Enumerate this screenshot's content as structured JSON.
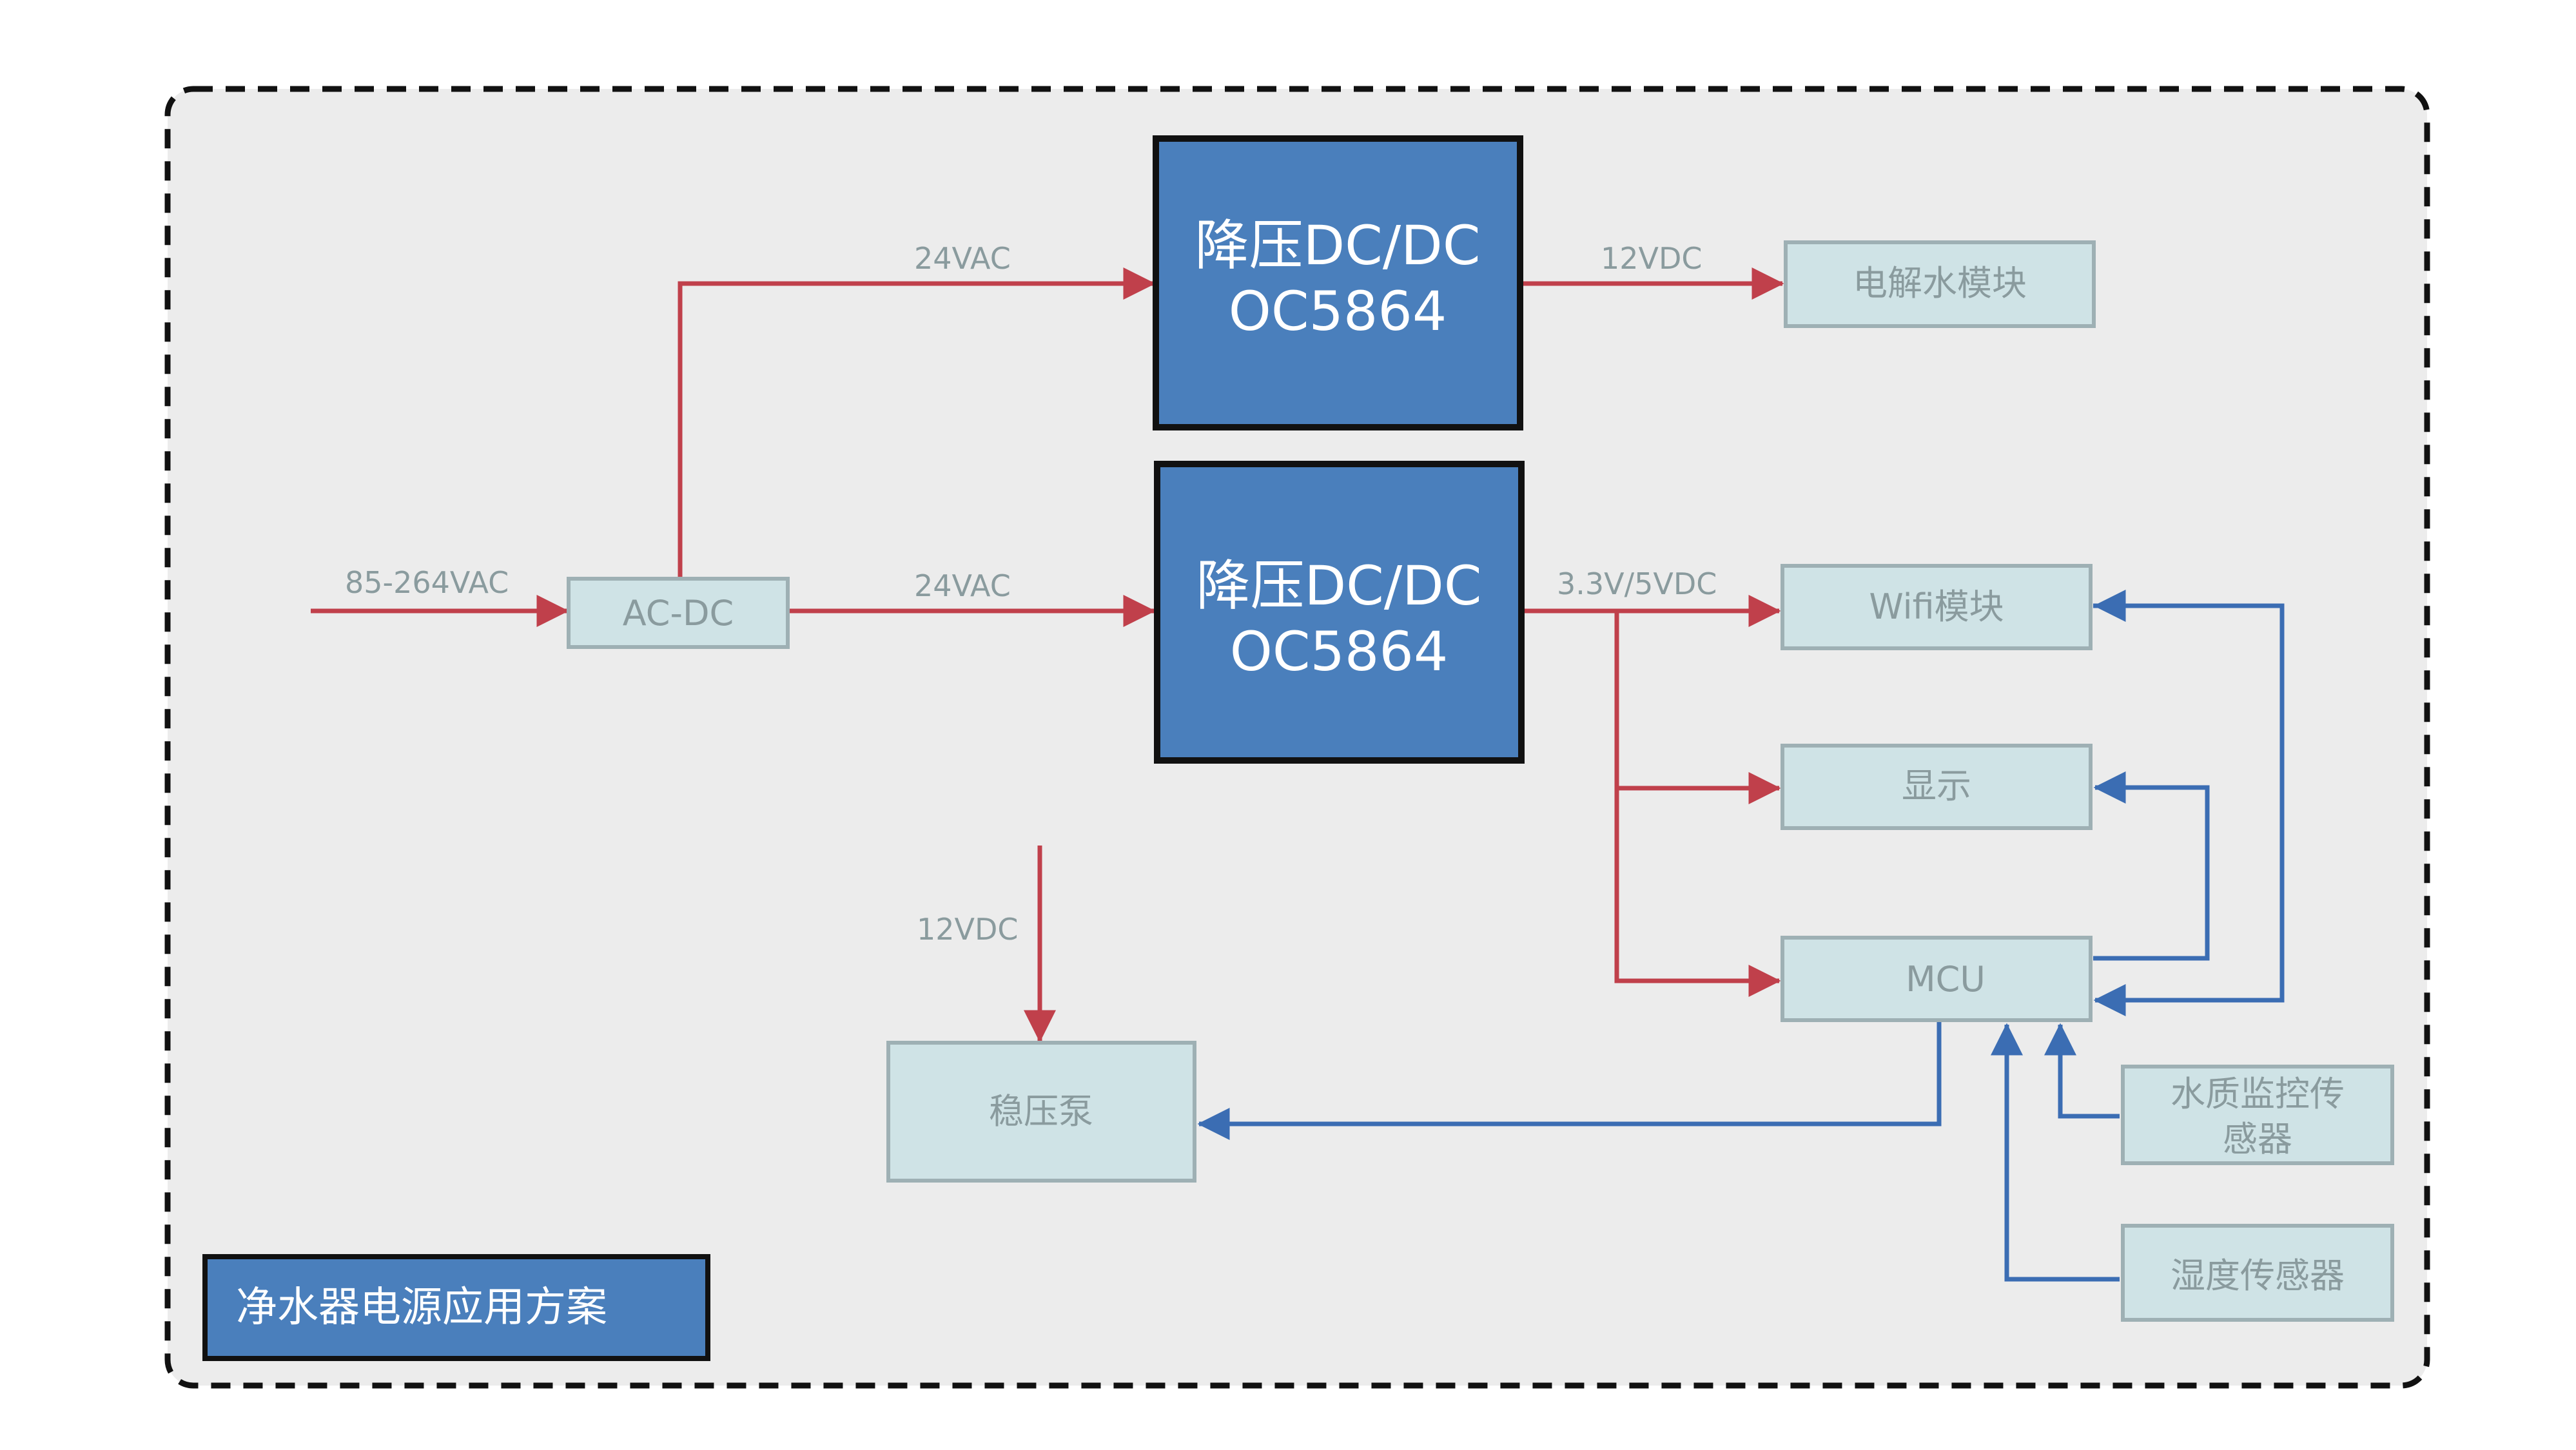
{
  "diagram": {
    "title": "净水器电源应用方案",
    "nodes": {
      "acdc": "AC-DC",
      "dcdc1_line1": "降压DC/DC",
      "dcdc1_line2": "OC5864",
      "dcdc2_line1": "降压DC/DC",
      "dcdc2_line2": "OC5864",
      "electrolysis": "电解水模块",
      "wifi": "Wifi模块",
      "display": "显示",
      "mcu": "MCU",
      "pump": "稳压泵",
      "water_sensor_line1": "水质监控传",
      "water_sensor_line2": "感器",
      "humidity_sensor": "湿度传感器"
    },
    "edges": {
      "input": "85-264VAC",
      "acdc_to_dcdc1": "24VAC",
      "acdc_to_dcdc2": "24VAC",
      "dcdc1_out": "12VDC",
      "dcdc2_out": "3.3V/5VDC",
      "pump_in": "12VDC"
    },
    "colors": {
      "power_line": "#c0404b",
      "signal_line": "#3b6db3",
      "dcdc_fill": "#4a7fbc",
      "module_fill": "#cfe3e6"
    }
  }
}
